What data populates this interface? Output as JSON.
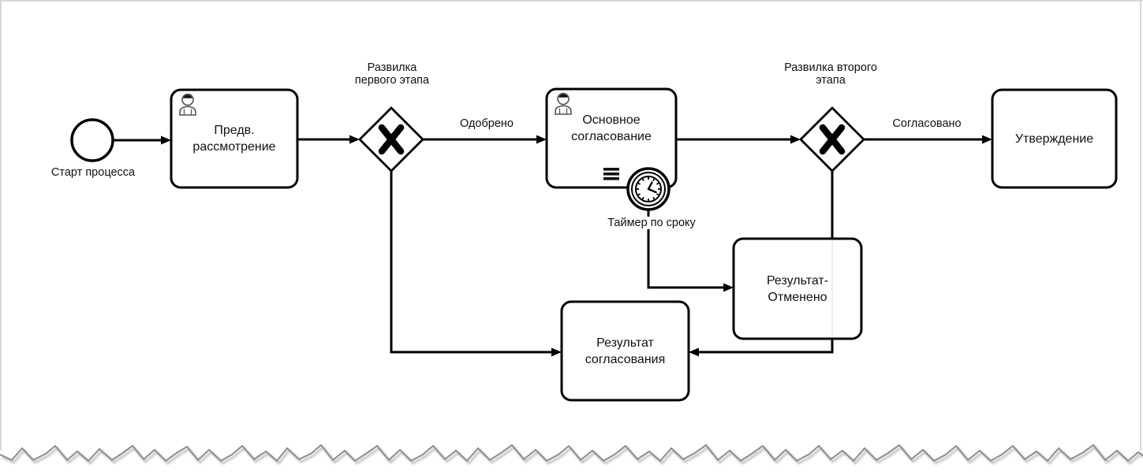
{
  "diagram": {
    "type": "bpmn-process",
    "colors": {
      "shape_stroke": "#000000",
      "label_text": "#111111",
      "background": "#ffffff",
      "frame_border": "#d6d6d6",
      "torn_edge": "#8e8e8e",
      "icon_gray": "#555555",
      "faint_line": "#ededed"
    },
    "start_event": {
      "label": "Старт процесса"
    },
    "tasks": {
      "preliminary_review": {
        "label": "Предв.\nрассмотрение",
        "icon": "user-icon"
      },
      "main_approval": {
        "label": "Основное\nсогласование",
        "icon": "user-icon",
        "marker": "multi-instance-sequential-icon"
      },
      "approval": {
        "label": "Утверждение"
      },
      "result_cancelled": {
        "label": "Результат-\nОтменено"
      },
      "approval_result": {
        "label": "Результат\nсогласования"
      }
    },
    "gateways": {
      "first_stage_fork": {
        "label": "Развилка\nпервого этапа",
        "icon": "gateway-x-icon"
      },
      "second_stage_fork": {
        "label": "Развилка второго\nэтапа",
        "icon": "gateway-x-icon"
      }
    },
    "boundary_events": {
      "deadline_timer": {
        "label": "Таймер по сроку",
        "icon": "timer-icon"
      }
    },
    "flow_labels": {
      "approved": "Одобрено",
      "agreed": "Согласовано"
    }
  }
}
